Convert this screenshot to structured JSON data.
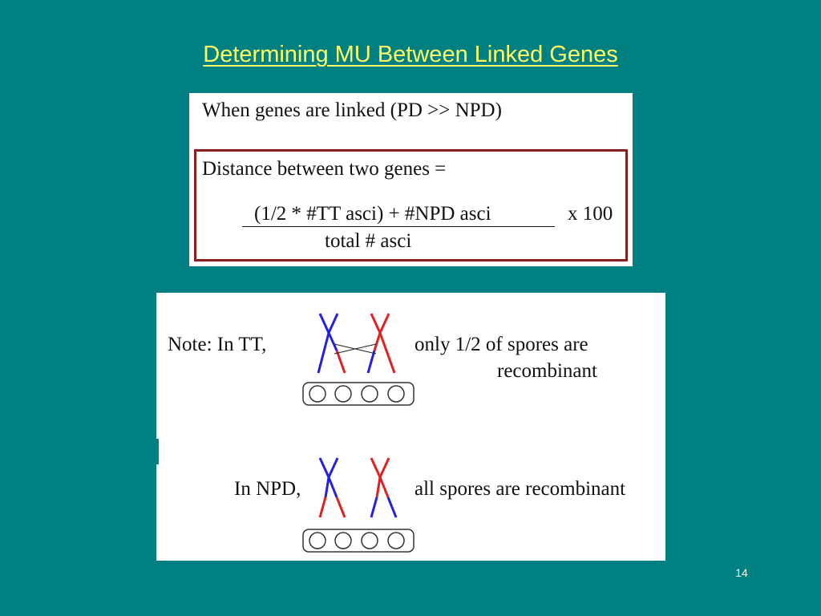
{
  "slide": {
    "title": "Determining MU Between Linked Genes",
    "page_number": "14",
    "background_color": "#008080",
    "title_color": "#ffff66"
  },
  "formula_panel": {
    "heading": "When genes are linked (PD >> NPD)",
    "label": "Distance between two genes =",
    "numerator": "(1/2 * #TT asci)  +  #NPD asci",
    "multiplier": "x  100",
    "denominator": "total # asci",
    "box_color": "#8b2020"
  },
  "note_panel": {
    "tt_label": "Note:  In TT,",
    "tt_text_line1": "only 1/2 of spores are",
    "tt_text_line2": "recombinant",
    "npd_label": "In NPD,",
    "npd_text": "all spores are recombinant",
    "chromosome_colors": {
      "blue": "#2222dd",
      "red": "#dd2222"
    },
    "ascus_spore_count": 4
  }
}
